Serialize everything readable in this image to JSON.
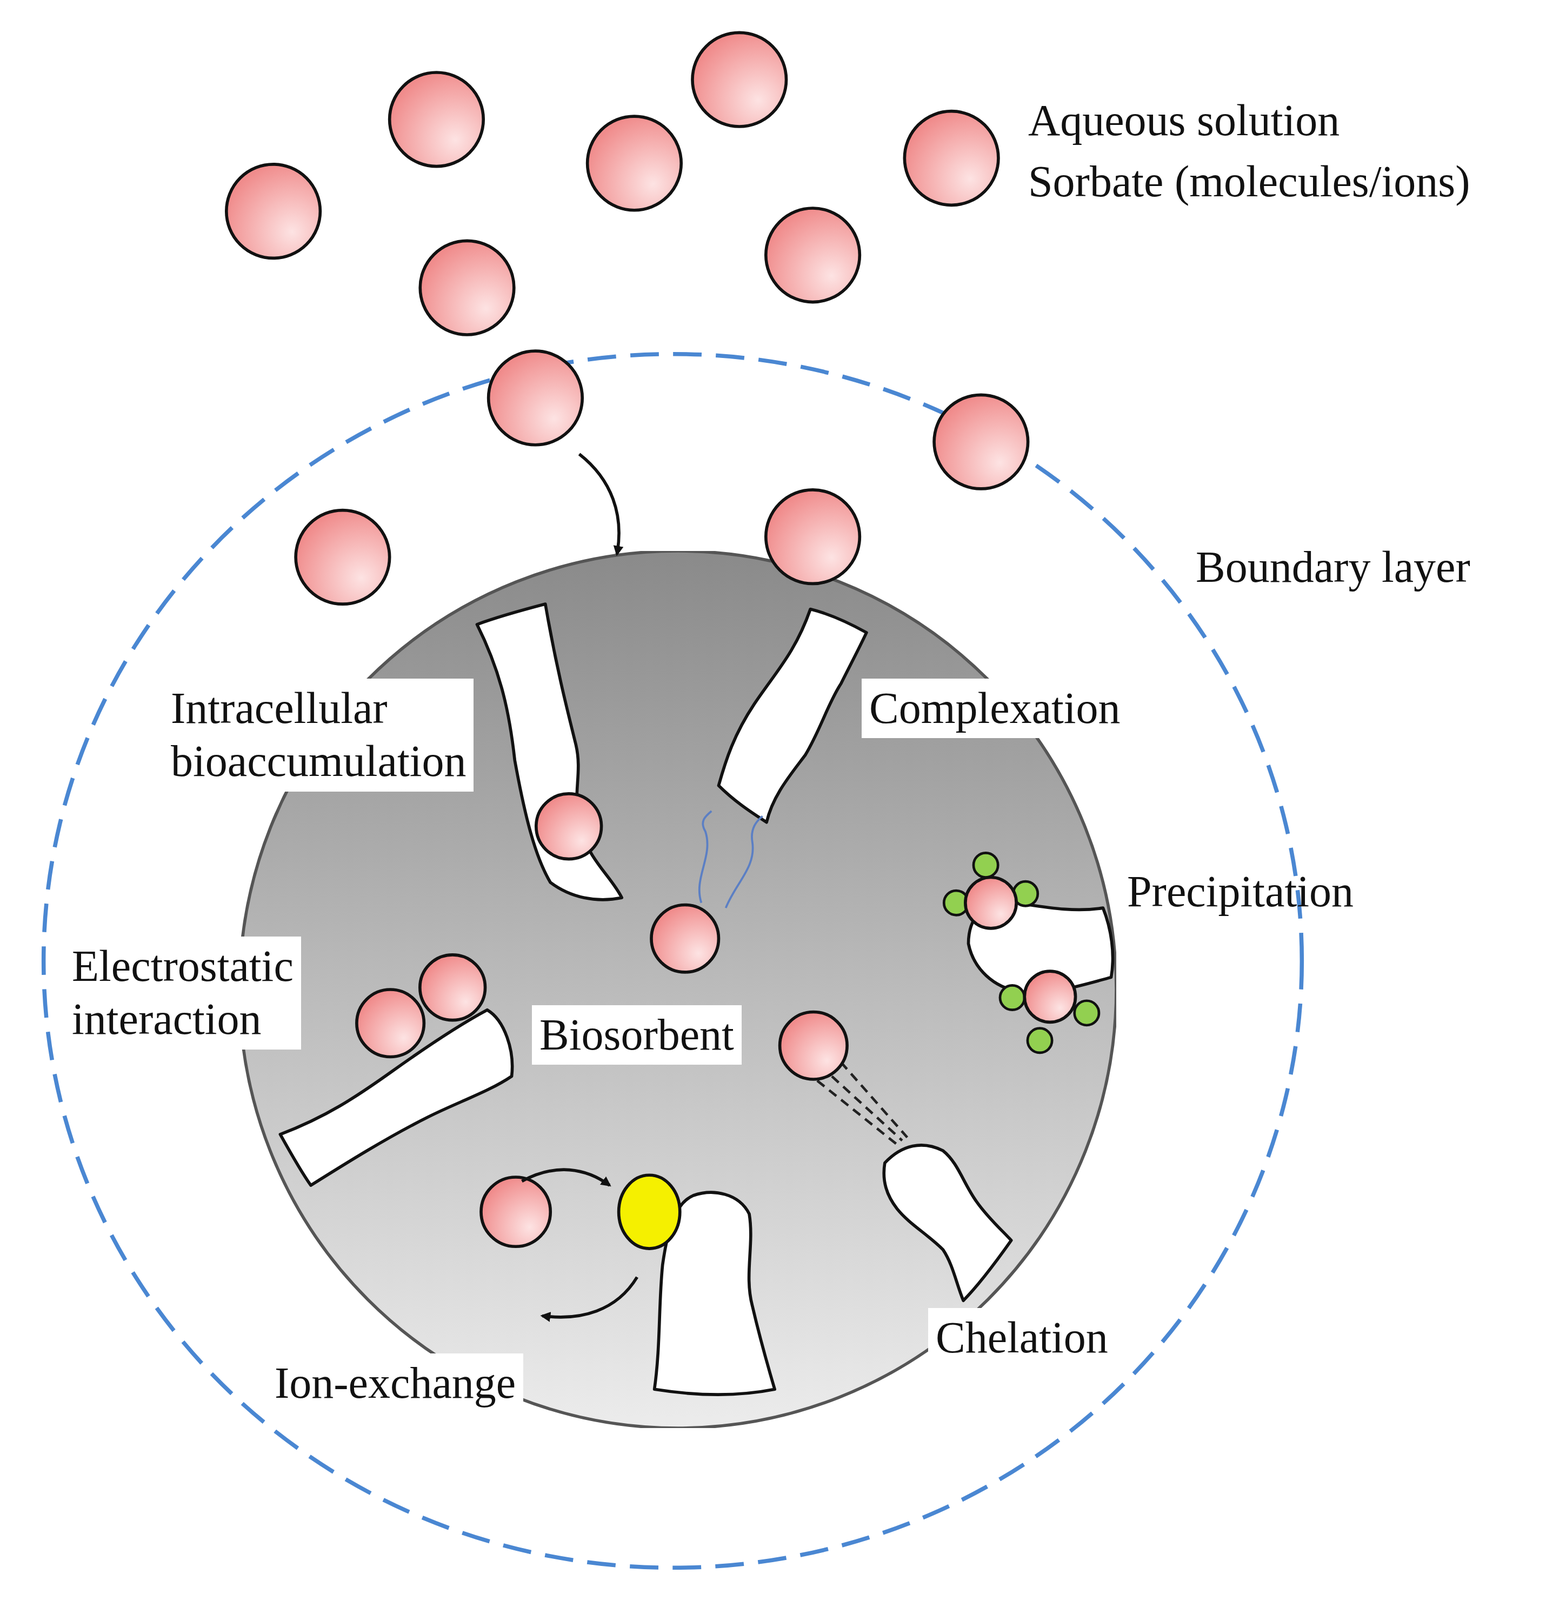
{
  "diagram": {
    "nodes": [
      {
        "text": [
          "Boundary layer"
        ]
      },
      {
        "text": [
          "Biosorbent"
        ],
        "in": 0
      }
    ],
    "labels": [
      "Aqueous solution",
      "Sorbate (molecules/ions)",
      "Intracellular bioaccumulation",
      "Complexation",
      "Precipitation",
      "Electrostatic interaction",
      "Chelation",
      "Ion-exchange"
    ]
  }
}
